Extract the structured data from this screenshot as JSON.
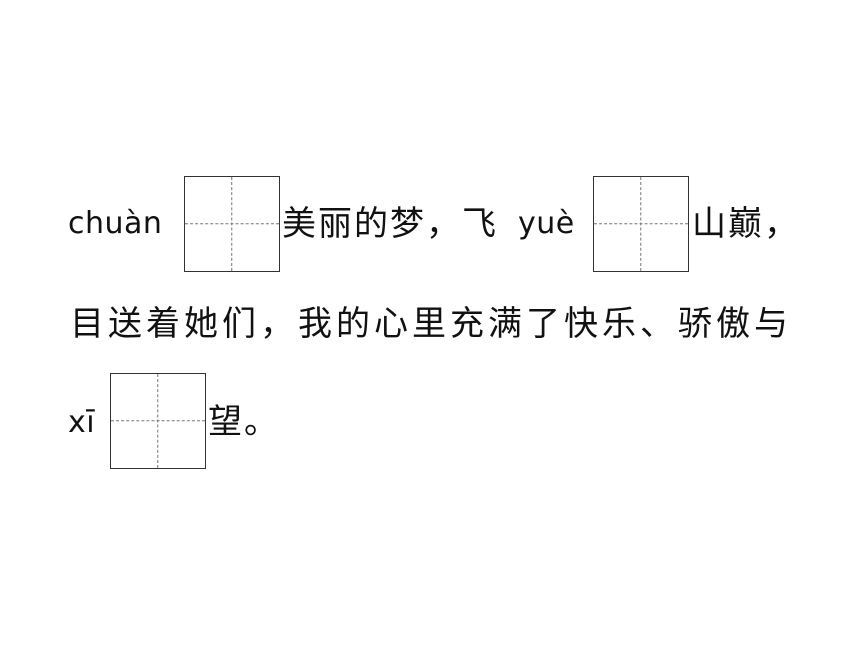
{
  "line1": {
    "pinyin_1": "chuàn",
    "text_1": "美丽的梦，飞",
    "pinyin_2": "yuè",
    "text_2": "山巅，"
  },
  "line2": {
    "text": "目送着她们，我的心里充满了快乐、骄傲与"
  },
  "line3": {
    "pinyin_1": "xī",
    "text_1": "望。"
  }
}
